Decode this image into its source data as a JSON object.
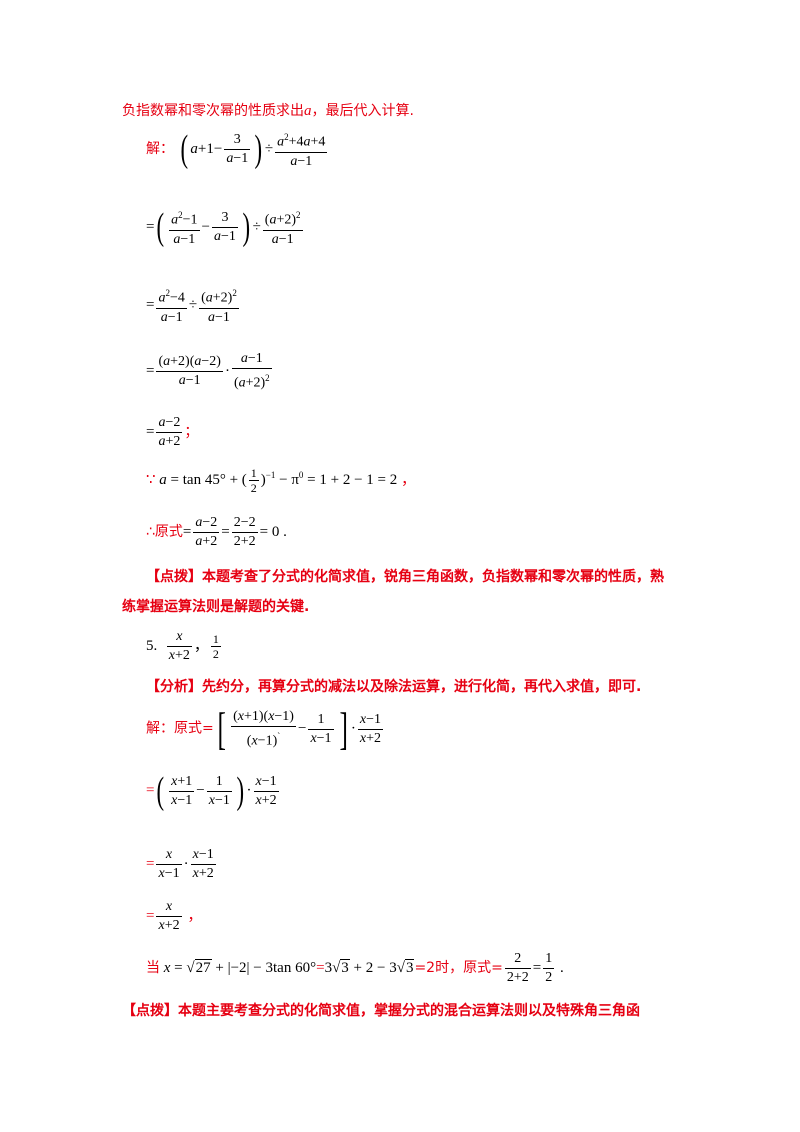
{
  "intro_line": "负指数幂和零次幂的性质求出",
  "intro_var": "a",
  "intro_end": "，最后代入计算.",
  "solve_label": "解：",
  "q4": {
    "expr1": "(a+1−3/(a−1)) ÷ (a²+4a+4)/(a−1)",
    "step1": "=((a²−1)/(a−1) − 3/(a−1)) ÷ (a+2)²/(a−1)",
    "step2": "=(a²−4)/(a−1) ÷ (a+2)²/(a−1)",
    "step3": "=(a+2)(a−2)/(a−1) · (a−1)/(a+2)²",
    "step4": "=(a−2)/(a+2)；",
    "because": "∵ a = tan45° + (1/2)⁻¹ − π⁰ = 1 + 2 − 1 = 2 ，",
    "therefore": "∴原式 = (a−2)/(a+2) = (2−2)/(2+2) = 0."
  },
  "comment1_tag": "【点拨】",
  "comment1_text_a": "本题考查了分式的化简求值，锐角三角函数，负指数幂和零次幂的性质，熟",
  "comment1_text_b": "练掌握运算法则是解题的关键.",
  "q5": {
    "number": "5.",
    "answer_a": "x/(x+2)",
    "answer_b": "1/2",
    "analysis_tag": "【分析】",
    "analysis_text": "先约分，再算分式的减法以及除法运算，进行化简，再代入求值，即可.",
    "solve_label": "解：原式=",
    "step1": "=(x+1)/(x−1) − 1/(x−1)) · (x−1)/(x+2)",
    "step2": "=x/(x−1) · (x−1)/(x+2)",
    "step3": "=x/(x+2) ，",
    "when_prefix": "当",
    "when_expr": "x = √27 + |−2| − 3tan60°",
    "when_mid": "=3√3 + 2 − 3√3",
    "when_eq2": "=2时，原式=",
    "when_result": "2/(2+2) = 1/2 ."
  },
  "comment2_tag": "【点拨】",
  "comment2_text": "本题主要考查分式的化简求值，掌握分式的混合运算法则以及特殊角三角函"
}
